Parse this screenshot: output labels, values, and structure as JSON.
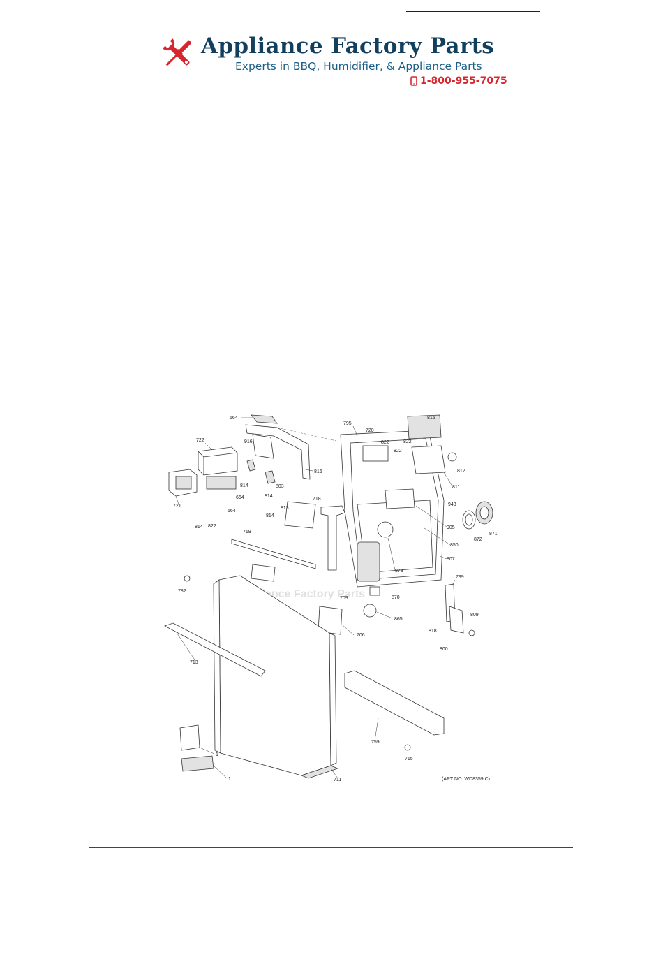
{
  "header": {
    "brand_name": "Appliance Factory Parts",
    "tagline": "Experts in BBQ, Humidifier, & Appliance Parts",
    "phone": "1-800-955-7075",
    "brand_color": "#123f5e",
    "accent_color": "#d7262d",
    "logo_icon": "wrench-screwdriver-icon",
    "phone_icon": "mobile-phone-icon"
  },
  "diagram": {
    "watermark": "Appliance Factory Parts",
    "art_number": "(ART NO. WD8359 C)",
    "callouts": [
      "664",
      "795",
      "720",
      "815",
      "722",
      "916",
      "822",
      "822",
      "822",
      "812",
      "816",
      "814",
      "803",
      "811",
      "721",
      "664",
      "664",
      "814",
      "718",
      "943",
      "814",
      "813",
      "905",
      "871",
      "872",
      "814",
      "822",
      "850",
      "719",
      "807",
      "873",
      "799",
      "782",
      "870",
      "709",
      "865",
      "809",
      "818",
      "706",
      "713",
      "800",
      "759",
      "715",
      "1",
      "1",
      "711"
    ]
  }
}
